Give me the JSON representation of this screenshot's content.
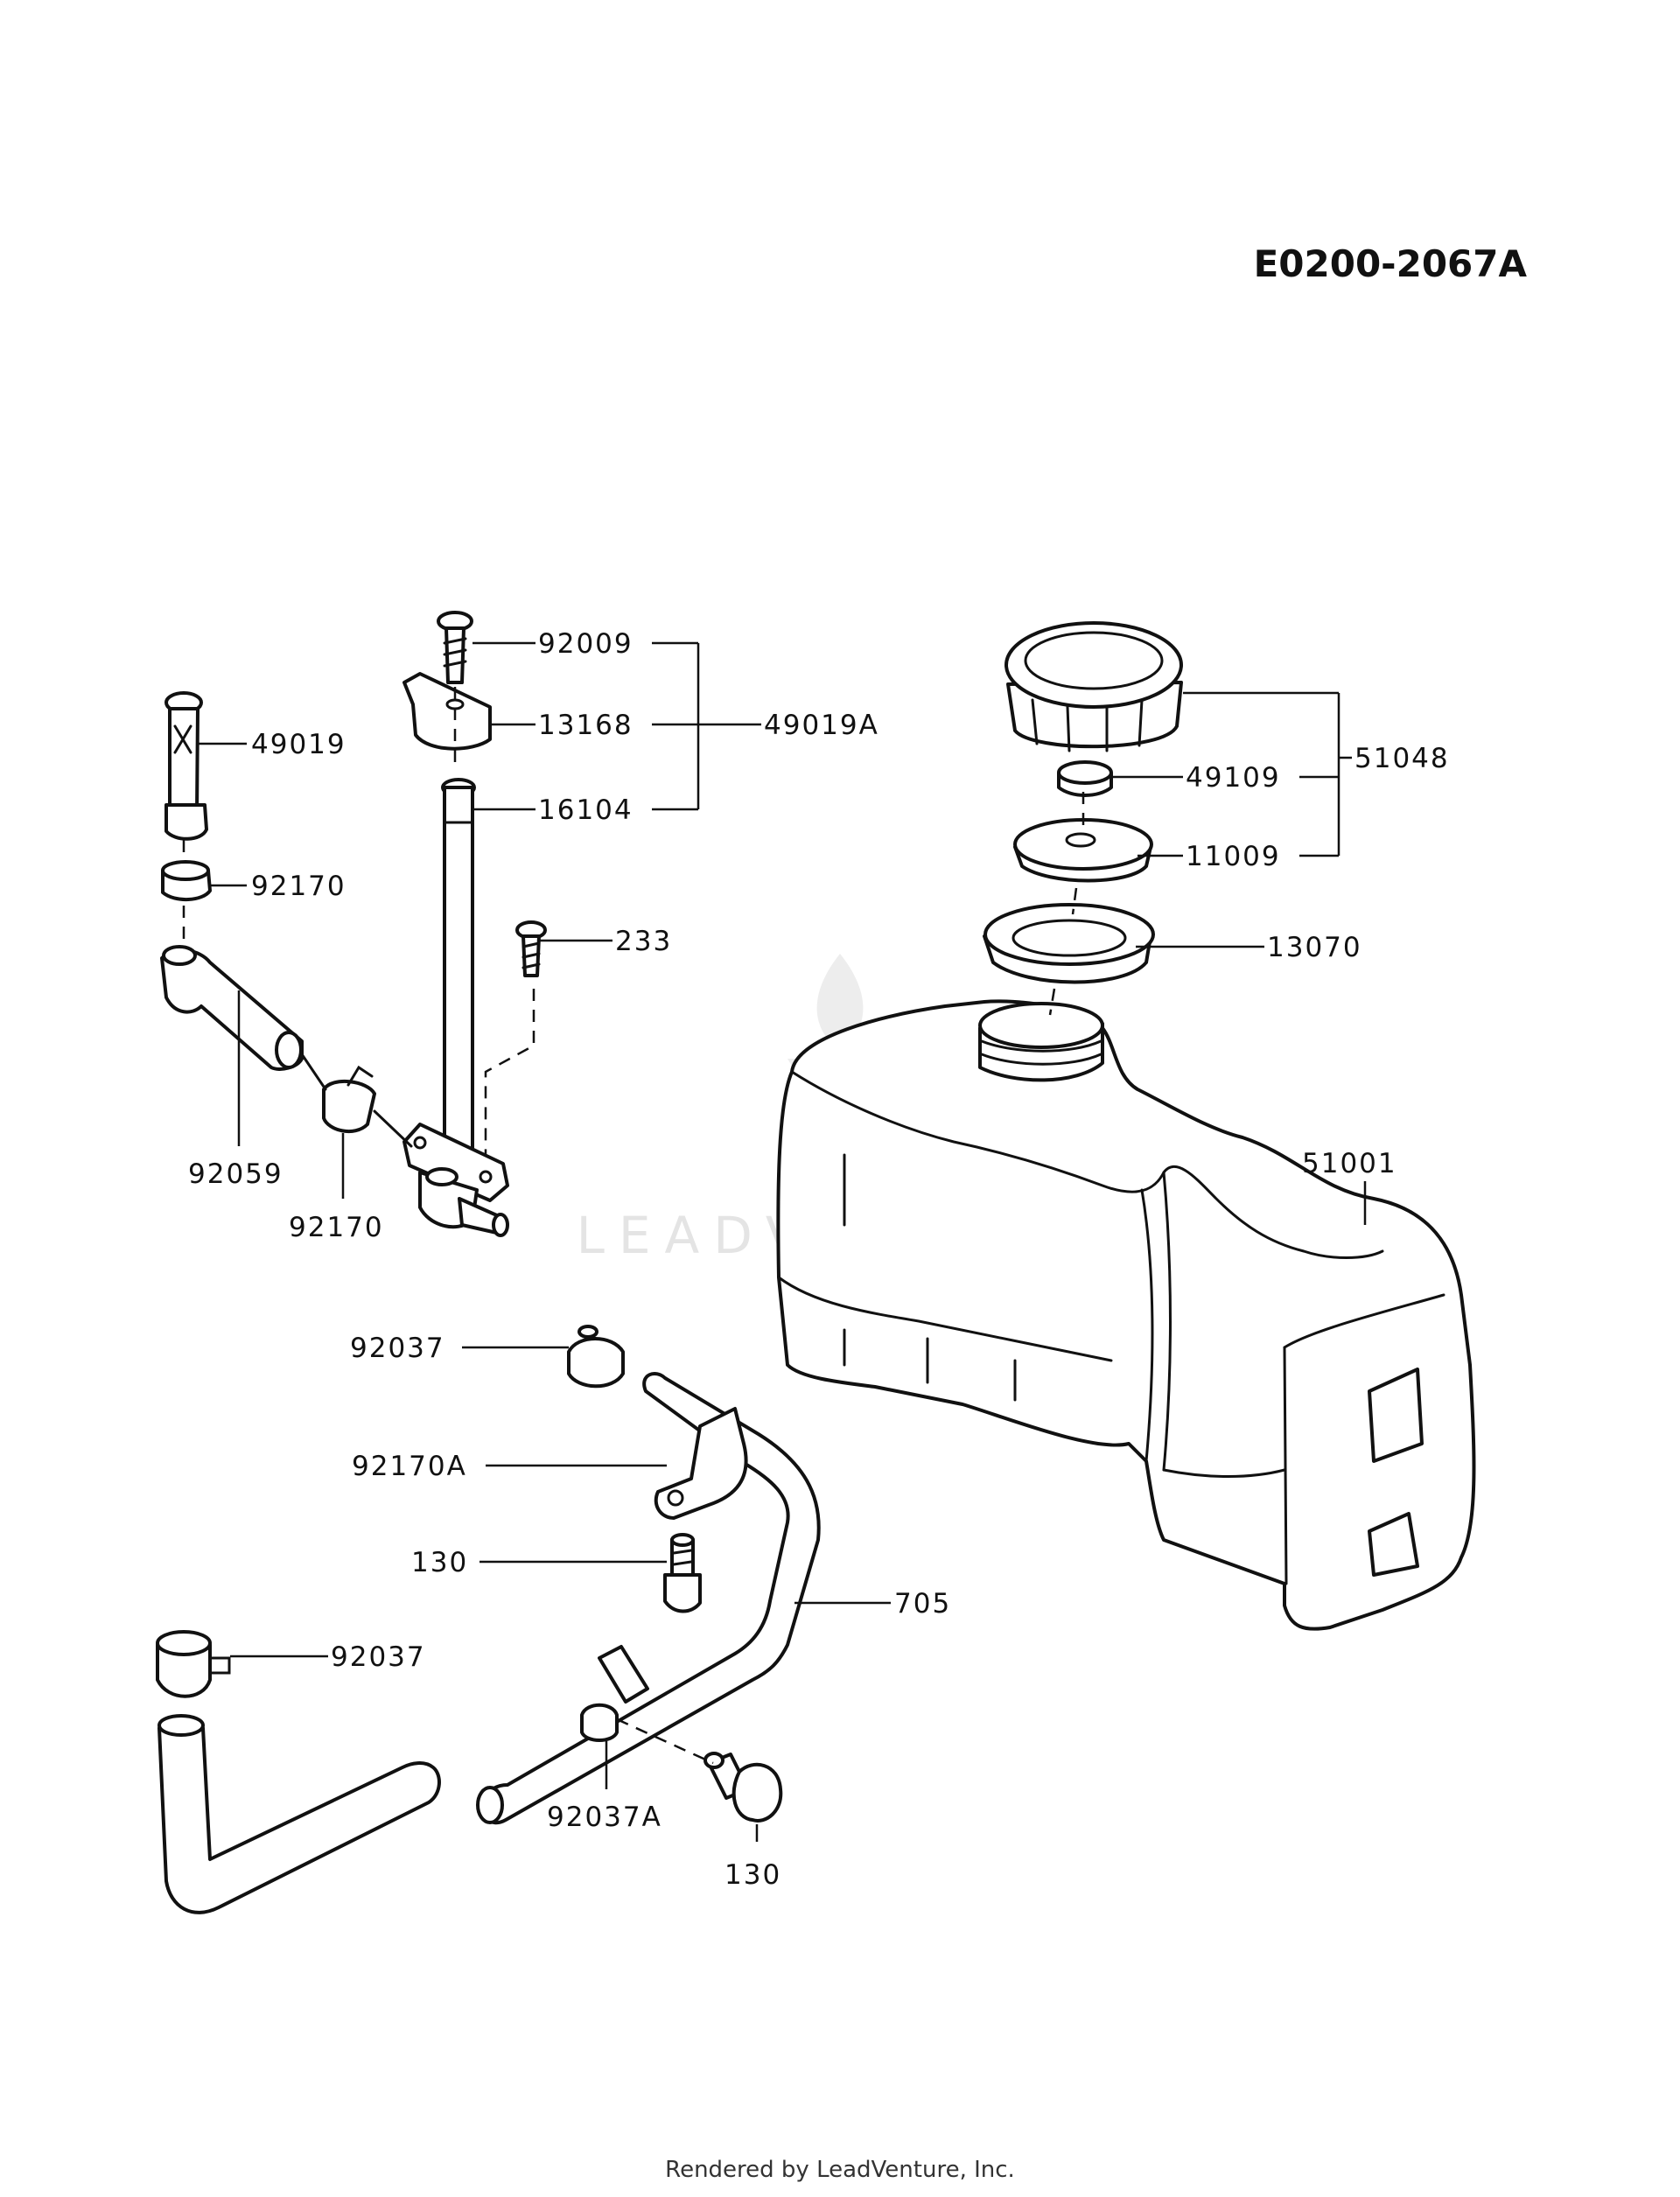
{
  "diagram_code": "E0200-2067A",
  "watermark": "LEADVENTURE",
  "footer": "Rendered by LeadVenture, Inc.",
  "parts": {
    "p92009": "92009",
    "p13168": "13168",
    "p49019A": "49019A",
    "p16104": "16104",
    "p49019": "49019",
    "p92170_top": "92170",
    "p233": "233",
    "p92059": "92059",
    "p92170_bottom": "92170",
    "p51048": "51048",
    "p49109": "49109",
    "p11009": "11009",
    "p13070": "13070",
    "p51001": "51001",
    "p92037_top": "92037",
    "p92170A": "92170A",
    "p130_left": "130",
    "p705": "705",
    "p92037_bottom": "92037",
    "p92037A": "92037A",
    "p130_bottom": "130"
  }
}
